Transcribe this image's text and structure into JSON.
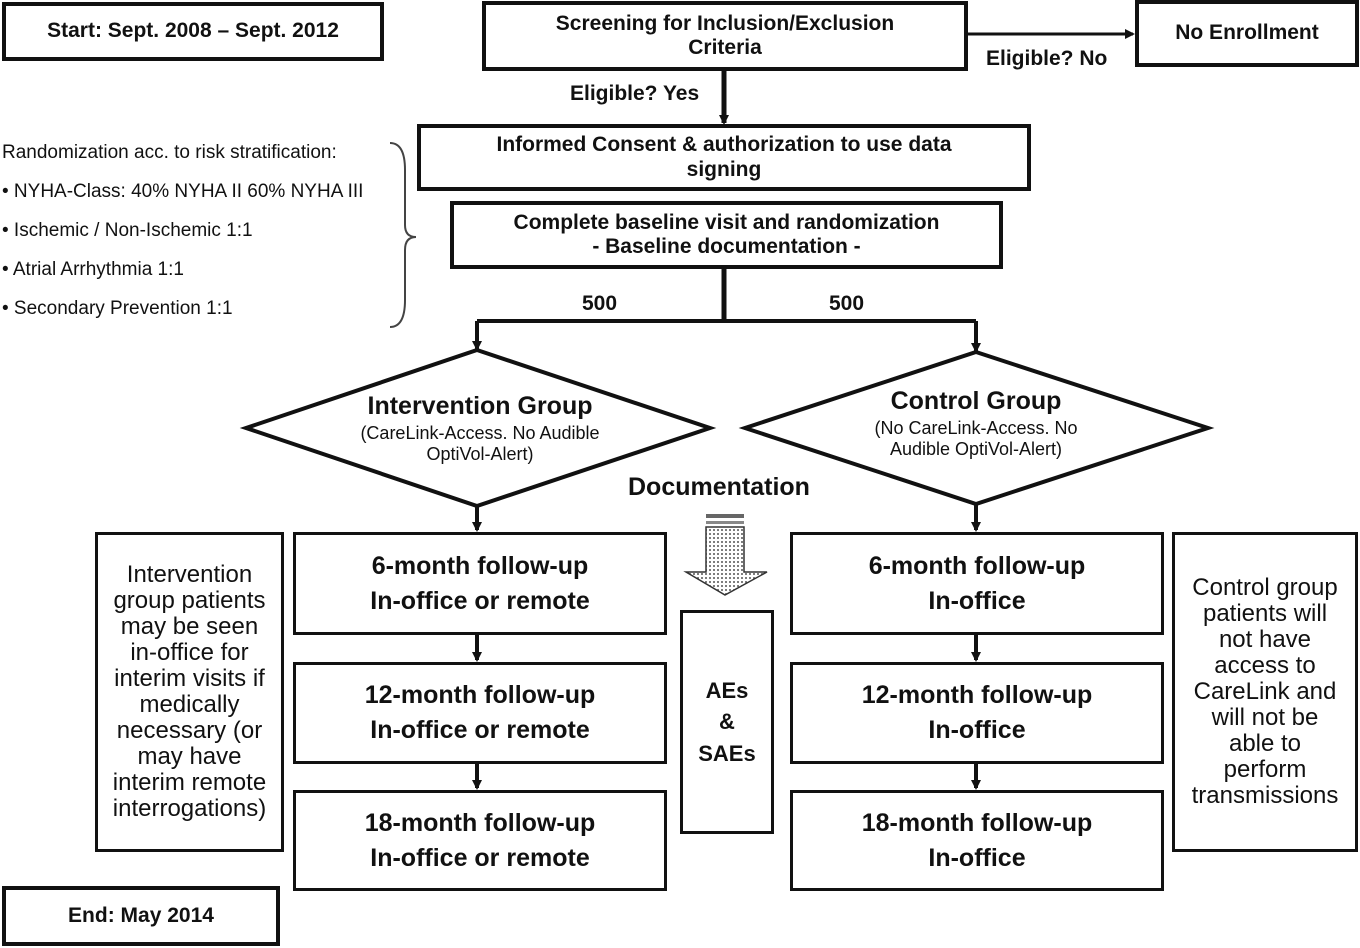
{
  "start": "Start: Sept. 2008 – Sept. 2012",
  "end": "End: May 2014",
  "screening": [
    "Screening for Inclusion/Exclusion",
    "Criteria"
  ],
  "no_enrollment": "No Enrollment",
  "eligible_no": "Eligible? No",
  "eligible_yes": "Eligible? Yes",
  "consent": [
    "Informed Consent & authorization to use data",
    "signing"
  ],
  "baseline": [
    "Complete baseline visit and randomization",
    "- Baseline documentation -"
  ],
  "stratification": {
    "title": "Randomization acc. to risk stratification:",
    "items": [
      "• NYHA-Class: 40% NYHA II 60% NYHA III",
      "• Ischemic / Non-Ischemic 1:1",
      "• Atrial Arrhythmia 1:1",
      "• Secondary Prevention 1:1"
    ]
  },
  "n_left": "500",
  "n_right": "500",
  "intervention": {
    "title": "Intervention Group",
    "sub1": "(CareLink-Access. No Audible",
    "sub2": "OptiVol-Alert)"
  },
  "control": {
    "title": "Control Group",
    "sub1": "(No CareLink-Access. No",
    "sub2": "Audible OptiVol-Alert)"
  },
  "documentation": "Documentation",
  "aes": [
    "AEs",
    "&",
    "SAEs"
  ],
  "intervention_followups": [
    {
      "title": "6-month follow-up",
      "mode": "In-office or remote"
    },
    {
      "title": "12-month follow-up",
      "mode": "In-office or remote"
    },
    {
      "title": "18-month follow-up",
      "mode": "In-office or remote"
    }
  ],
  "control_followups": [
    {
      "title": "6-month follow-up",
      "mode": "In-office"
    },
    {
      "title": "12-month follow-up",
      "mode": "In-office"
    },
    {
      "title": "18-month follow-up",
      "mode": "In-office"
    }
  ],
  "intervention_note": [
    "Intervention",
    "group patients",
    "may be seen",
    "in-office for",
    "interim visits if",
    "medically",
    "necessary (or",
    "may have",
    "interim remote",
    "interrogations)"
  ],
  "control_note": [
    "Control group",
    "patients will",
    "not have",
    "access to",
    "CareLink and",
    "will not be",
    "able to",
    "perform",
    "transmissions"
  ]
}
